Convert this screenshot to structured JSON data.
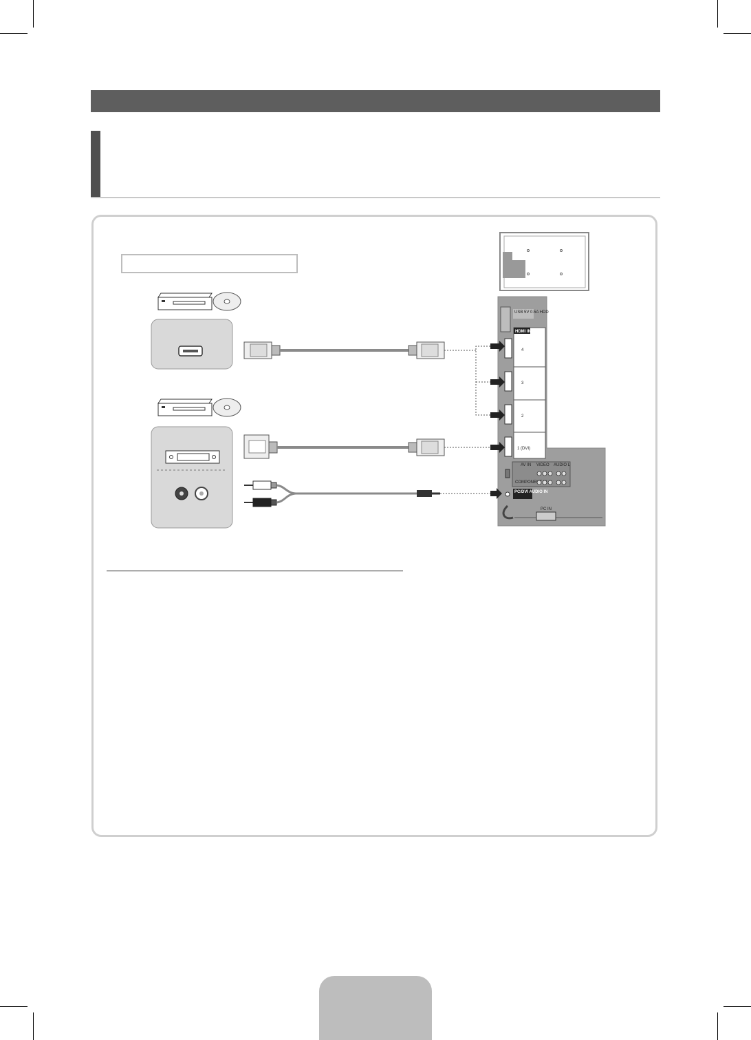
{
  "tv_panel": {
    "hdmi_header": "HDMI IN",
    "hdmi_ports": [
      "4",
      "3",
      "2",
      "1 (DVI)"
    ],
    "usb_label": "USB 5V 0.5A HDD",
    "pc_audio_label": "PC/DVI AUDIO IN",
    "av_in_label": "AV IN",
    "video_label": "VIDEO",
    "audio_l_label": "AUDIO L",
    "component_label": "COMPONENT IN",
    "pc_in_label": "PC IN"
  },
  "colors": {
    "section_bar": "#5e5e5e",
    "title_accent": "#4f4f4f",
    "tv_panel_fill": "#9e9e9e",
    "cable": "#8a8a8a",
    "device_panel": "#d9d9d9"
  },
  "icons": [
    "disc-player-icon",
    "disc-icon",
    "hdmi-port-icon",
    "dvi-port-icon",
    "audio-jack-icon",
    "hdmi-connector-icon",
    "dvi-connector-icon",
    "rca-plug-icon",
    "stereo-plug-icon",
    "arrow-right-icon"
  ]
}
